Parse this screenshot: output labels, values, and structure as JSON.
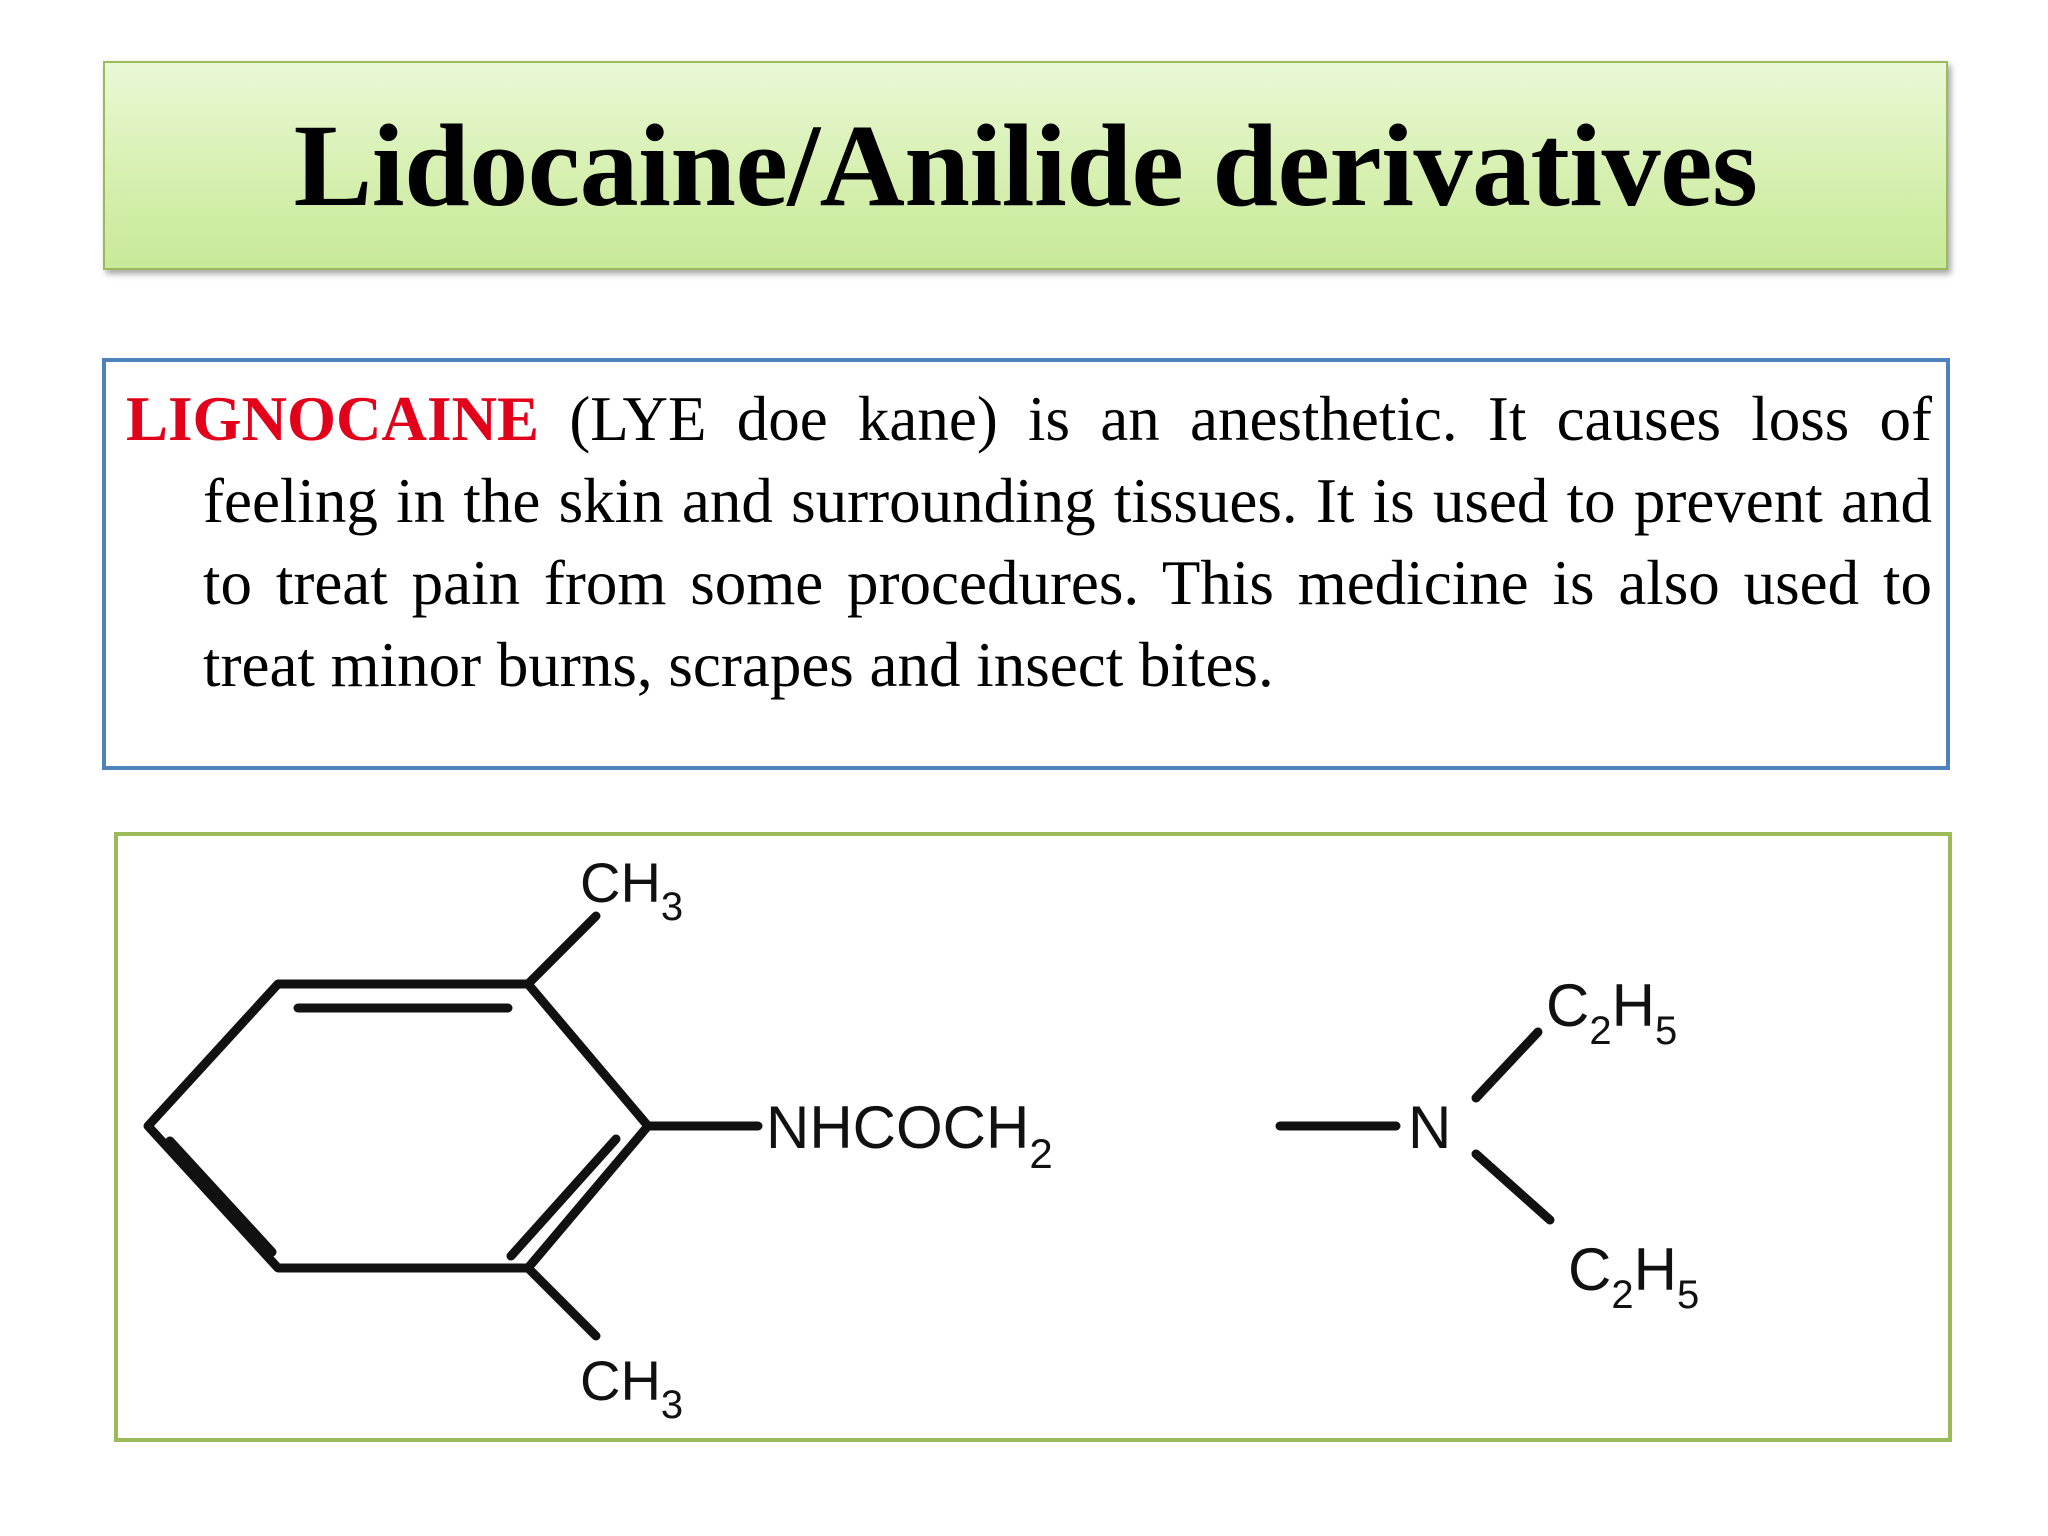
{
  "slide": {
    "title": "Lidocaine/Anilide derivatives",
    "description": {
      "drug_name": "LIGNOCAINE",
      "text": " (LYE doe kane) is an anesthetic. It causes loss of feeling in the skin and surrounding tissues. It is used to prevent and to treat pain from some procedures. This medicine is also used to treat minor burns, scrapes and insect bites."
    },
    "structure": {
      "top_methyl": "CH",
      "top_methyl_sub": "3",
      "bottom_methyl": "CH",
      "bottom_methyl_sub": "3",
      "chain_main": "NHCOCH",
      "chain_sub": "2",
      "nitrogen": "N",
      "ethyl_top_c": "C",
      "ethyl_top_c_sub": "2",
      "ethyl_top_h": "H",
      "ethyl_top_h_sub": "5",
      "ethyl_bottom_c": "C",
      "ethyl_bottom_c_sub": "2",
      "ethyl_bottom_h": "H",
      "ethyl_bottom_h_sub": "5"
    }
  },
  "colors": {
    "title_border": "#9bbb59",
    "text_border": "#4f81bd",
    "structure_border": "#9bbb59",
    "drug_name": "#e3001b"
  }
}
